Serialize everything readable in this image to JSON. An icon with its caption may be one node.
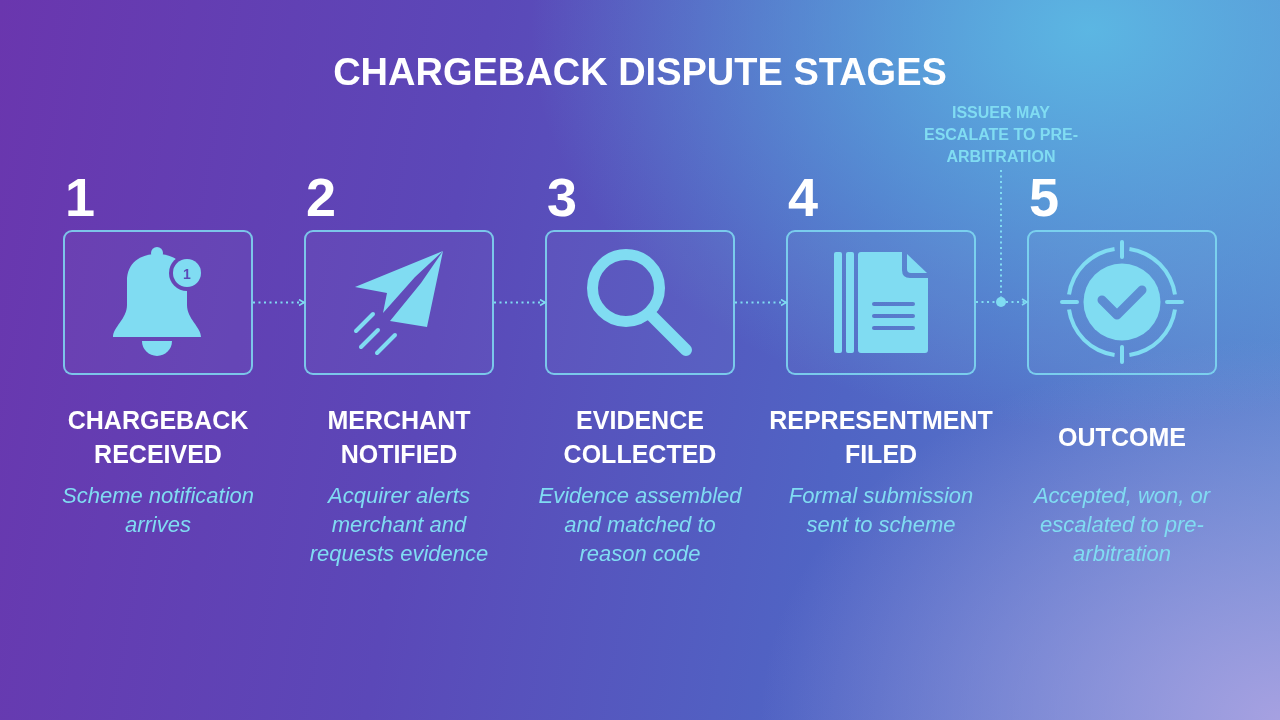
{
  "diagram": {
    "title": "CHARGEBACK DISPUTE STAGES",
    "nodes": [
      {
        "text": [
          "1",
          "CHARGEBACK RECEIVED",
          "Scheme notification arrives"
        ]
      },
      {
        "text": [
          "2",
          "MERCHANT NOTIFIED",
          "Acquirer alerts merchant and requests evidence"
        ]
      },
      {
        "text": [
          "3",
          "EVIDENCE COLLECTED",
          "Evidence assembled and matched to reason code"
        ]
      },
      {
        "text": [
          "4",
          "REPRESENTMENT FILED",
          "Formal submission sent to scheme"
        ]
      },
      {
        "text": [
          "5",
          "OUTCOME",
          "Accepted, won, or escalated to pre-arbitration"
        ]
      },
      {
        "text": [
          "ISSUER MAY ESCALATE TO PRE-ARBITRATION"
        ]
      },
      {
        "text": [],
        "shape": "circle"
      }
    ],
    "edges": [
      {
        "from": 0,
        "to": 1,
        "arrow": "to",
        "style": "dashed"
      },
      {
        "from": 1,
        "to": 2,
        "arrow": "to",
        "style": "dashed"
      },
      {
        "from": 2,
        "to": 3,
        "arrow": "to",
        "style": "dashed"
      },
      {
        "from": 3,
        "to": 6,
        "arrow": "none",
        "style": "dashed"
      },
      {
        "from": 6,
        "to": 4,
        "arrow": "to",
        "style": "dashed"
      },
      {
        "from": 5,
        "to": 6,
        "arrow": "none",
        "style": "dashed"
      }
    ],
    "labels": [
      "1"
    ]
  }
}
